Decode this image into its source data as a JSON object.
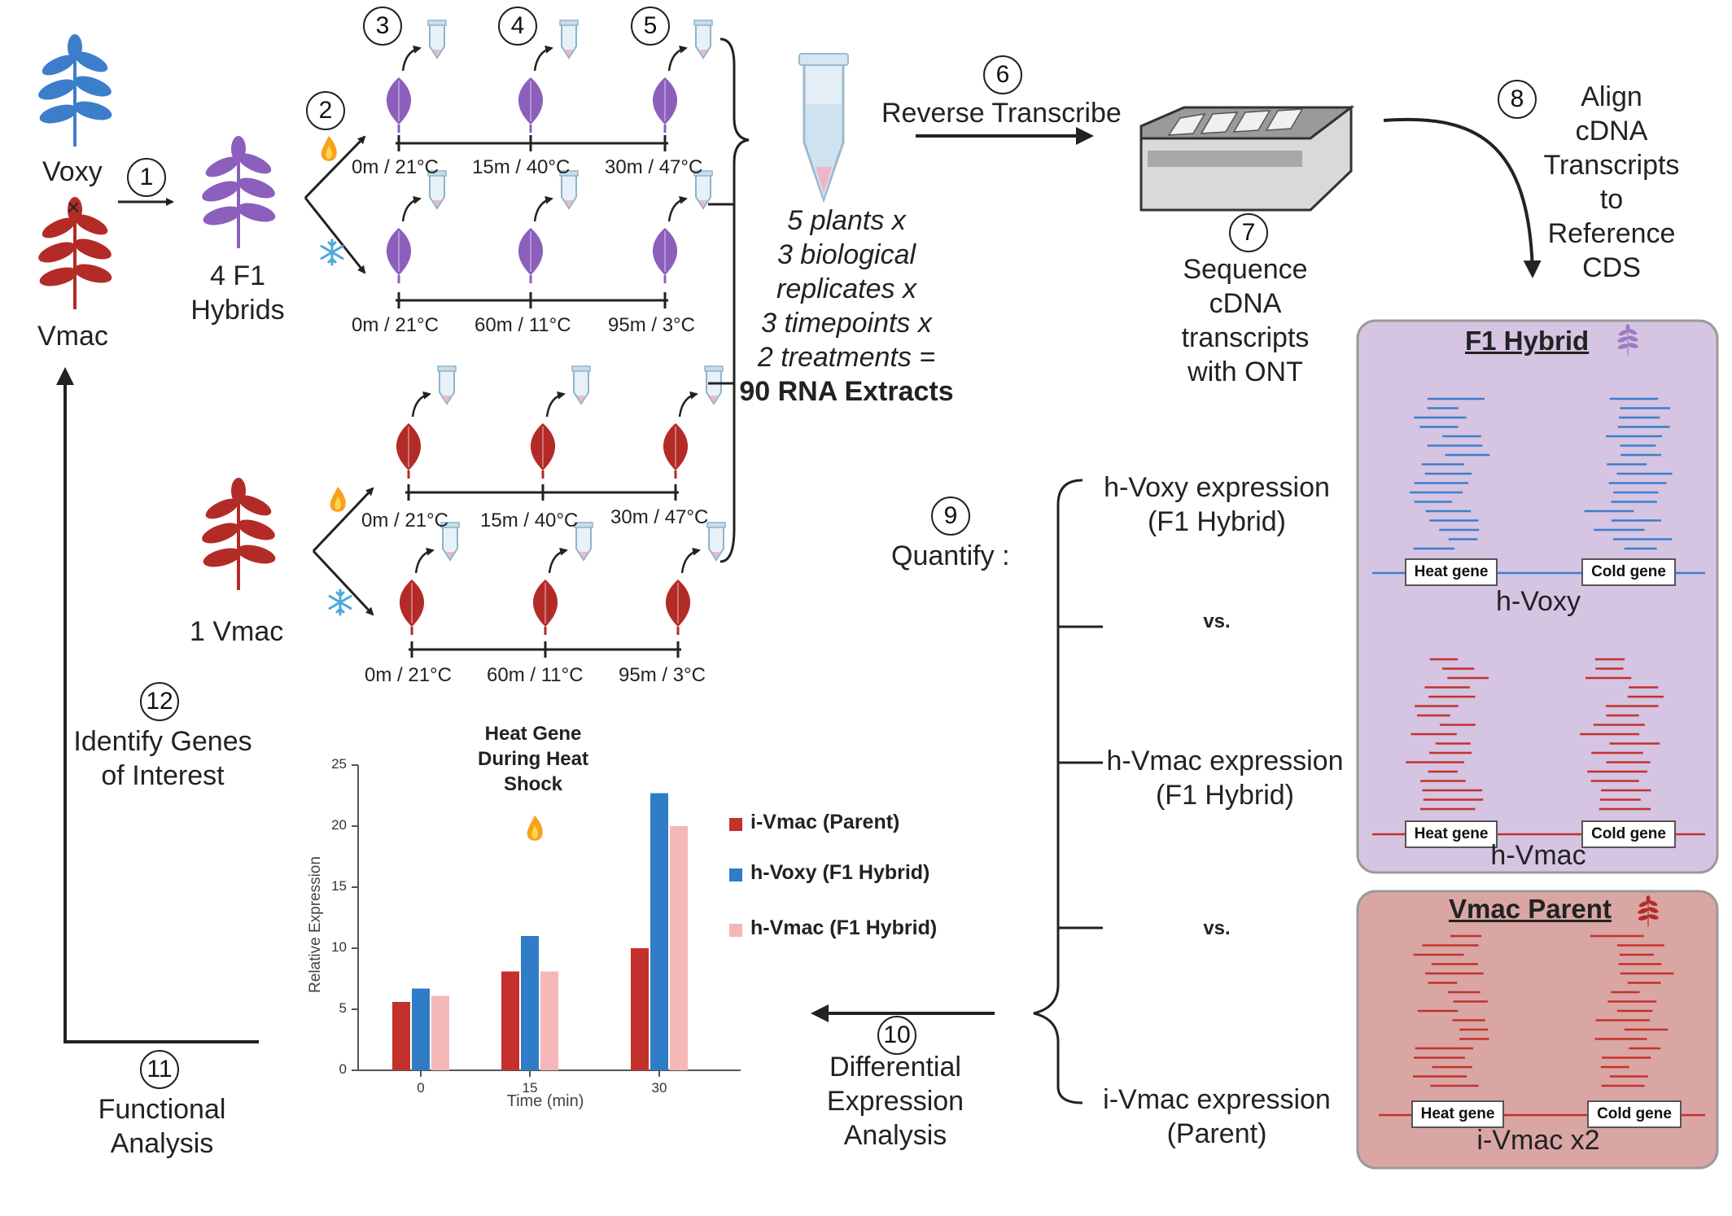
{
  "colors": {
    "voxy_blue": "#3d7ecb",
    "vmac_red": "#b32b27",
    "hybrid_purple": "#8c5fbd",
    "light_pink": "#f2b7b6",
    "hybrid_panel": "#d5c4e2",
    "parent_panel": "#d9a6a4"
  },
  "parents": {
    "voxy": "Voxy",
    "cross": "×",
    "vmac": "Vmac"
  },
  "hybrids_label": "4 F1 Hybrids",
  "vmac_label": "1 Vmac",
  "steps": [
    "1",
    "2",
    "3",
    "4",
    "5",
    "6",
    "7",
    "8",
    "9",
    "10",
    "11",
    "12"
  ],
  "hybrid_heat_timepoints": [
    "0m / 21°C",
    "15m / 40°C",
    "30m / 47°C"
  ],
  "hybrid_cold_timepoints": [
    "0m / 21°C",
    "60m / 11°C",
    "95m / 3°C"
  ],
  "vmac_heat_timepoints": [
    "0m / 21°C",
    "15m / 40°C",
    "30m / 47°C"
  ],
  "vmac_cold_timepoints": [
    "0m / 21°C",
    "60m / 11°C",
    "95m / 3°C"
  ],
  "icons": [
    "flame-icon",
    "snowflake-icon",
    "plant-icon",
    "leaf-icon",
    "tube-icon",
    "sequencer-icon"
  ],
  "extracts": {
    "line1": "5 plants x",
    "line2": "3 biological",
    "line3": "replicates x",
    "line4": "3 timepoints x",
    "line5": "2 treatments =",
    "total": "90 RNA Extracts"
  },
  "reverse_transcribe": "Reverse Transcribe",
  "sequence": [
    "Sequence",
    "cDNA",
    "transcripts",
    "with ONT"
  ],
  "align": [
    "Align",
    "cDNA",
    "Transcripts",
    "to",
    "Reference",
    "CDS"
  ],
  "quantify": "Quantify :",
  "expressions": {
    "hvoxy_1": "h-Voxy expression",
    "hvoxy_2": "(F1 Hybrid)",
    "vs": "vs.",
    "hvmac_1": "h-Vmac expression",
    "hvmac_2": "(F1 Hybrid)",
    "ivmac_1": "i-Vmac expression",
    "ivmac_2": "(Parent)"
  },
  "hybrid_panel": {
    "title": "F1 Hybrid",
    "heat_gene": "Heat gene",
    "cold_gene": "Cold gene",
    "voxy_label": "h-Voxy",
    "vmac_label": "h-Vmac"
  },
  "parent_panel": {
    "title": "Vmac Parent",
    "heat_gene": "Heat gene",
    "cold_gene": "Cold gene",
    "label": "i-Vmac x2"
  },
  "dea": [
    "Differential",
    "Expression",
    "Analysis"
  ],
  "functional": [
    "Functional",
    "Analysis"
  ],
  "identify": [
    "Identify Genes",
    "of Interest"
  ],
  "chart_data": {
    "type": "bar",
    "title": "Heat Gene During Heat Shock",
    "title_lines": [
      "Heat Gene",
      "During Heat",
      "Shock"
    ],
    "xlabel": "Time (min)",
    "ylabel": "Relative Expression",
    "categories": [
      "0",
      "15",
      "30"
    ],
    "ylim": [
      0,
      25
    ],
    "yticks": [
      "0",
      "5",
      "10",
      "15",
      "20",
      "25"
    ],
    "legend_position": "right",
    "series": [
      {
        "name": "i-Vmac (Parent)",
        "color": "#c4312c",
        "values": [
          5.6,
          8.1,
          10.0
        ]
      },
      {
        "name": "h-Voxy (F1 Hybrid)",
        "color": "#2f7dc7",
        "values": [
          6.7,
          11.0,
          22.7
        ]
      },
      {
        "name": "h-Vmac (F1 Hybrid)",
        "color": "#f3b8b7",
        "values": [
          6.1,
          8.1,
          20.0
        ]
      }
    ]
  }
}
